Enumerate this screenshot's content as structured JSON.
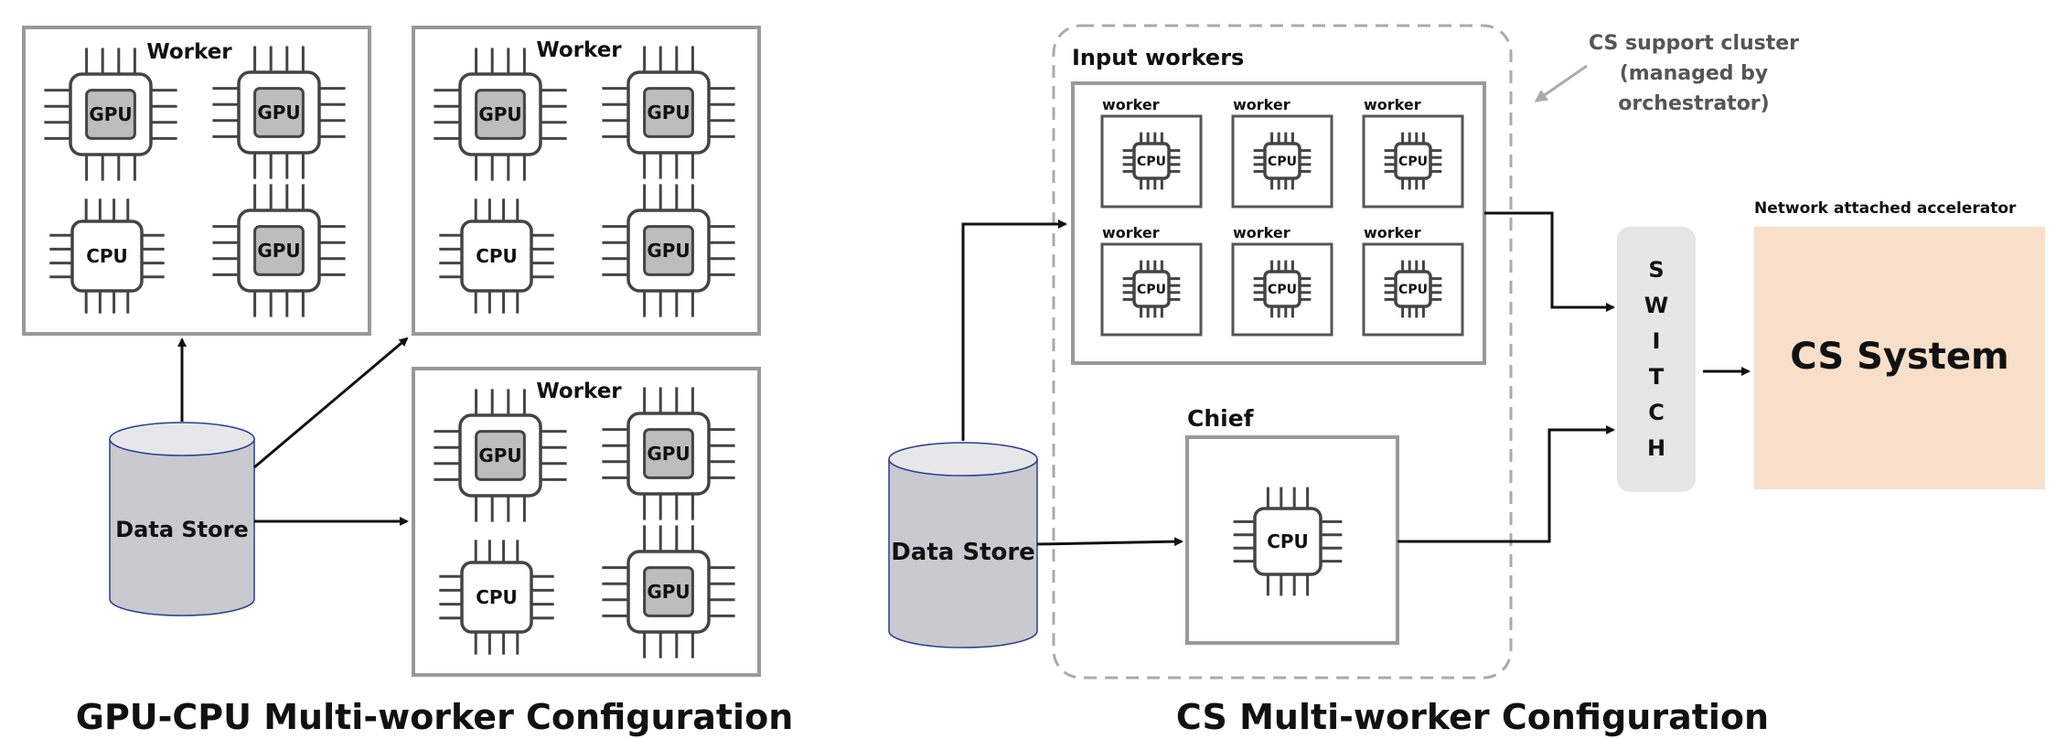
{
  "left": {
    "workers": [
      {
        "label": "Worker",
        "chips": [
          "GPU",
          "GPU",
          "CPU",
          "GPU"
        ]
      },
      {
        "label": "Worker",
        "chips": [
          "GPU",
          "GPU",
          "CPU",
          "GPU"
        ]
      },
      {
        "label": "Worker",
        "chips": [
          "GPU",
          "GPU",
          "CPU",
          "GPU"
        ]
      }
    ],
    "datastore_label": "Data Store",
    "caption": "GPU-CPU Multi-worker Configuration"
  },
  "right": {
    "support_cluster_label_lines": [
      "CS support cluster",
      "(managed by",
      "orchestrator)"
    ],
    "input_workers_label": "Input workers",
    "input_workers": [
      {
        "label": "worker",
        "chip": "CPU"
      },
      {
        "label": "worker",
        "chip": "CPU"
      },
      {
        "label": "worker",
        "chip": "CPU"
      },
      {
        "label": "worker",
        "chip": "CPU"
      },
      {
        "label": "worker",
        "chip": "CPU"
      },
      {
        "label": "worker",
        "chip": "CPU"
      }
    ],
    "chief_label": "Chief",
    "chief_chip": "CPU",
    "datastore_label": "Data Store",
    "switch_letters": [
      "S",
      "W",
      "I",
      "T",
      "C",
      "H"
    ],
    "accelerator_caption": "Network attached accelerator",
    "cs_system_label": "CS System",
    "caption": "CS Multi-worker Configuration",
    "colors": {
      "cs_system_fill": "#f8dfca",
      "switch_fill": "#e6e6e6",
      "datastore_fill": "#c9c9cf",
      "gpu_core": "#bdbdbd"
    }
  }
}
